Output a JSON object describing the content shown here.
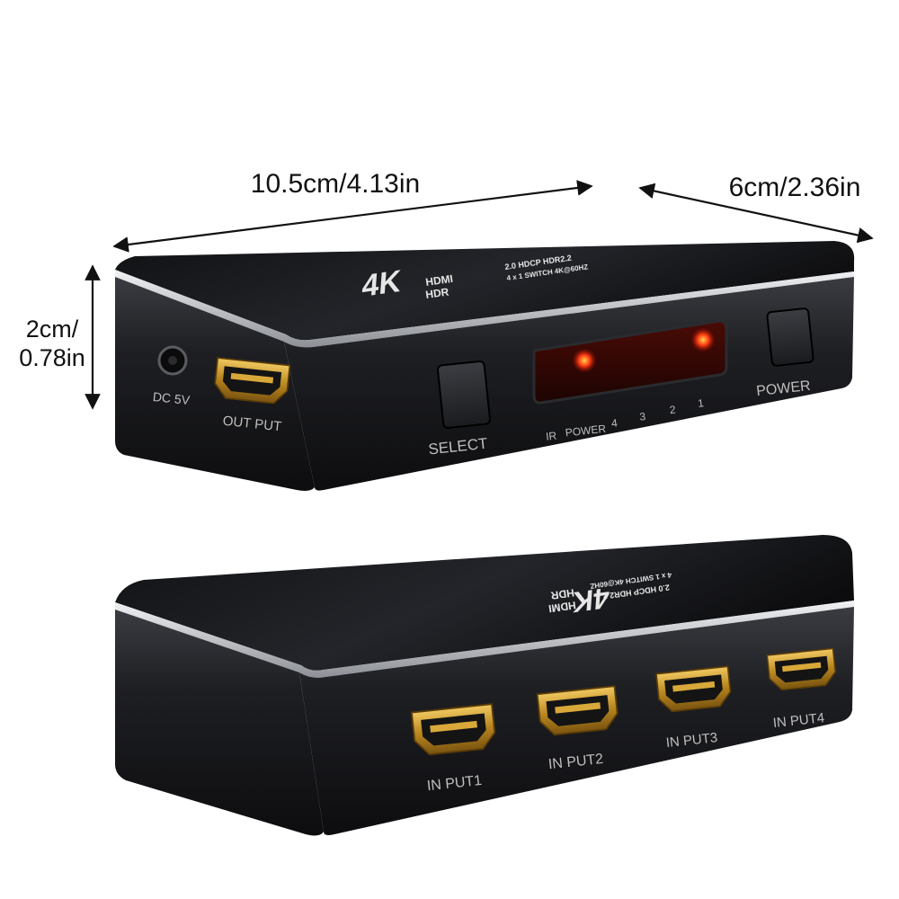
{
  "dimensions": {
    "length": "10.5cm/4.13in",
    "width": "6cm/2.36in",
    "height_line1": "2cm/",
    "height_line2": "0.78in"
  },
  "front_unit": {
    "logo_4k": "4K",
    "logo_hdmi": "HDMI",
    "logo_hdr": "HDR",
    "spec_line1": "2.0 HDCP HDR2.2",
    "spec_line2": "4 x 1 SWITCH 4K@60HZ",
    "dc_label": "DC 5V",
    "output_label": "OUT PUT",
    "select_label": "SELECT",
    "power_label": "POWER",
    "indicator_labels": [
      "IR",
      "POWER",
      "4",
      "3",
      "2",
      "1"
    ]
  },
  "back_unit": {
    "logo_4k": "4K",
    "logo_hdmi": "HDMI",
    "logo_hdr": "HDR",
    "spec_line1": "2.0 HDCP HDR2.2",
    "spec_line2": "4 x 1 SWITCH 4K@60HZ",
    "input_labels": [
      "IN PUT1",
      "IN PUT2",
      "IN PUT3",
      "IN PUT4"
    ]
  },
  "colors": {
    "body": "#1b1c1f",
    "top_gloss": "#2b2c30",
    "bezel": "#c9ccd1",
    "led": "#ff2a10",
    "hdmi_gold": "#c99a2e"
  }
}
